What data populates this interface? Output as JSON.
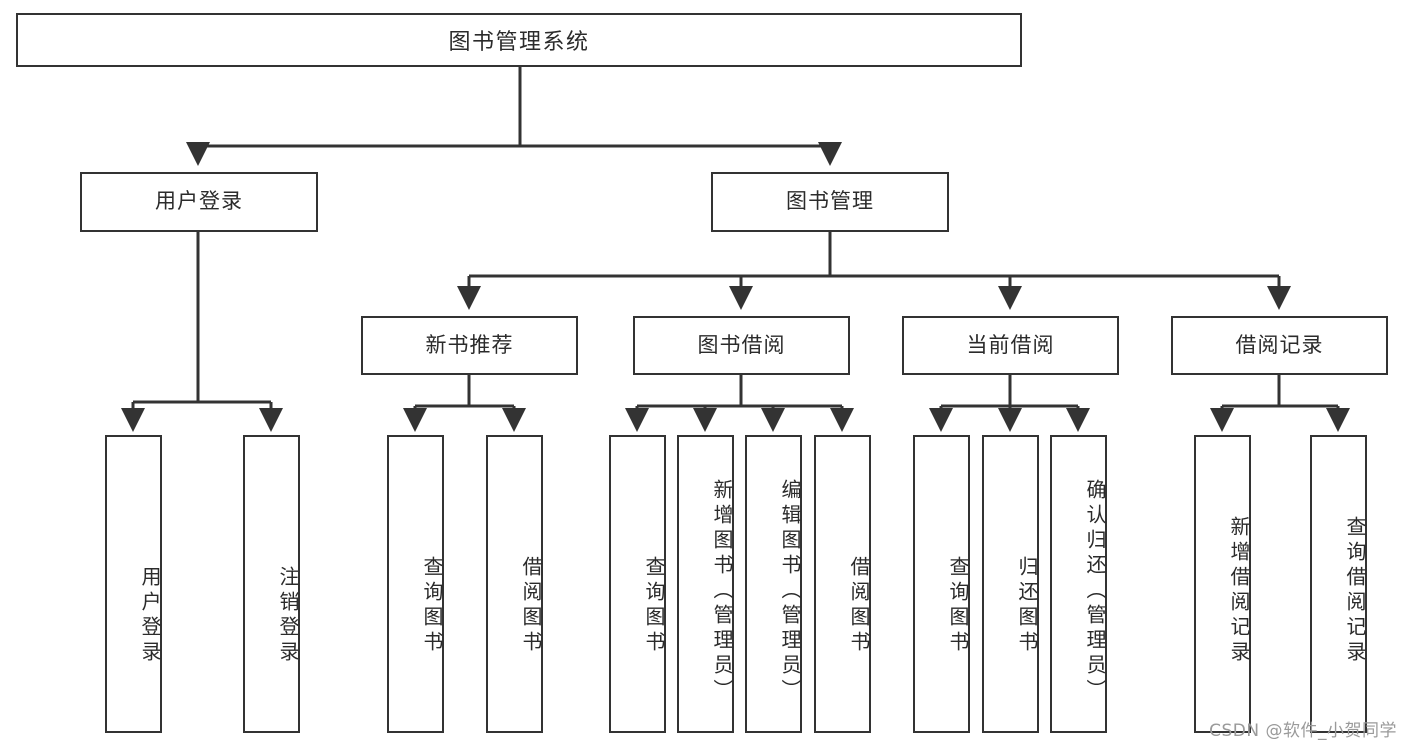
{
  "diagram": {
    "title": "图书管理系统",
    "type": "tree",
    "watermark": "CSDN @软件_小贺同学",
    "colors": {
      "stroke": "#333333",
      "fill": "#ffffff",
      "text": "#2b2b2b",
      "watermark": "#9a9a9a"
    },
    "levels": {
      "root": {
        "label": "图书管理系统"
      },
      "level2": [
        {
          "label": "用户登录"
        },
        {
          "label": "图书管理"
        }
      ],
      "level3": [
        {
          "label": "新书推荐"
        },
        {
          "label": "图书借阅"
        },
        {
          "label": "当前借阅"
        },
        {
          "label": "借阅记录"
        }
      ],
      "leaves": [
        {
          "label": "用户登录",
          "parent": "用户登录"
        },
        {
          "label": "注销登录",
          "parent": "用户登录"
        },
        {
          "label": "查询图书",
          "parent": "新书推荐"
        },
        {
          "label": "借阅图书",
          "parent": "新书推荐"
        },
        {
          "label": "查询图书",
          "parent": "图书借阅"
        },
        {
          "label": "新增图书（管理员）",
          "parent": "图书借阅"
        },
        {
          "label": "编辑图书（管理员）",
          "parent": "图书借阅"
        },
        {
          "label": "借阅图书",
          "parent": "图书借阅"
        },
        {
          "label": "查询图书",
          "parent": "当前借阅"
        },
        {
          "label": "归还图书",
          "parent": "当前借阅"
        },
        {
          "label": "确认归还（管理员）",
          "parent": "当前借阅"
        },
        {
          "label": "新增借阅记录",
          "parent": "借阅记录"
        },
        {
          "label": "查询借阅记录",
          "parent": "借阅记录"
        }
      ]
    }
  }
}
